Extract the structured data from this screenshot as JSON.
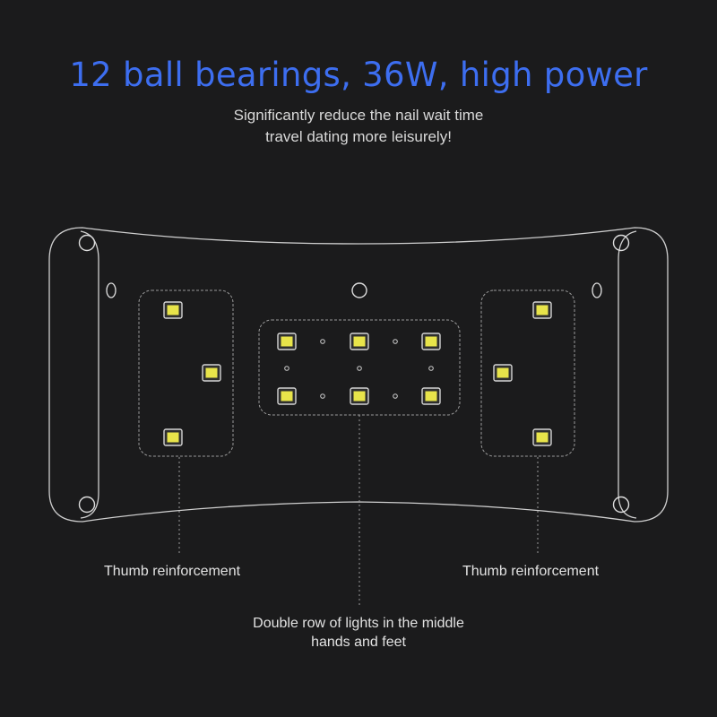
{
  "header": {
    "title": "12 ball bearings, 36W, high power",
    "subtitle_line1": "Significantly reduce the nail wait time",
    "subtitle_line2": "travel dating more leisurely!"
  },
  "labels": {
    "left": "Thumb reinforcement",
    "right": "Thumb reinforcement",
    "middle_line1": "Double row of lights in the middle",
    "middle_line2": "hands and feet"
  },
  "colors": {
    "background": "#1b1b1c",
    "title": "#3d6ef0",
    "outline": "#cfcfcf",
    "led": "#e8e44a"
  },
  "led_counts": {
    "left_group": 3,
    "middle_group": 6,
    "right_group": 3
  }
}
